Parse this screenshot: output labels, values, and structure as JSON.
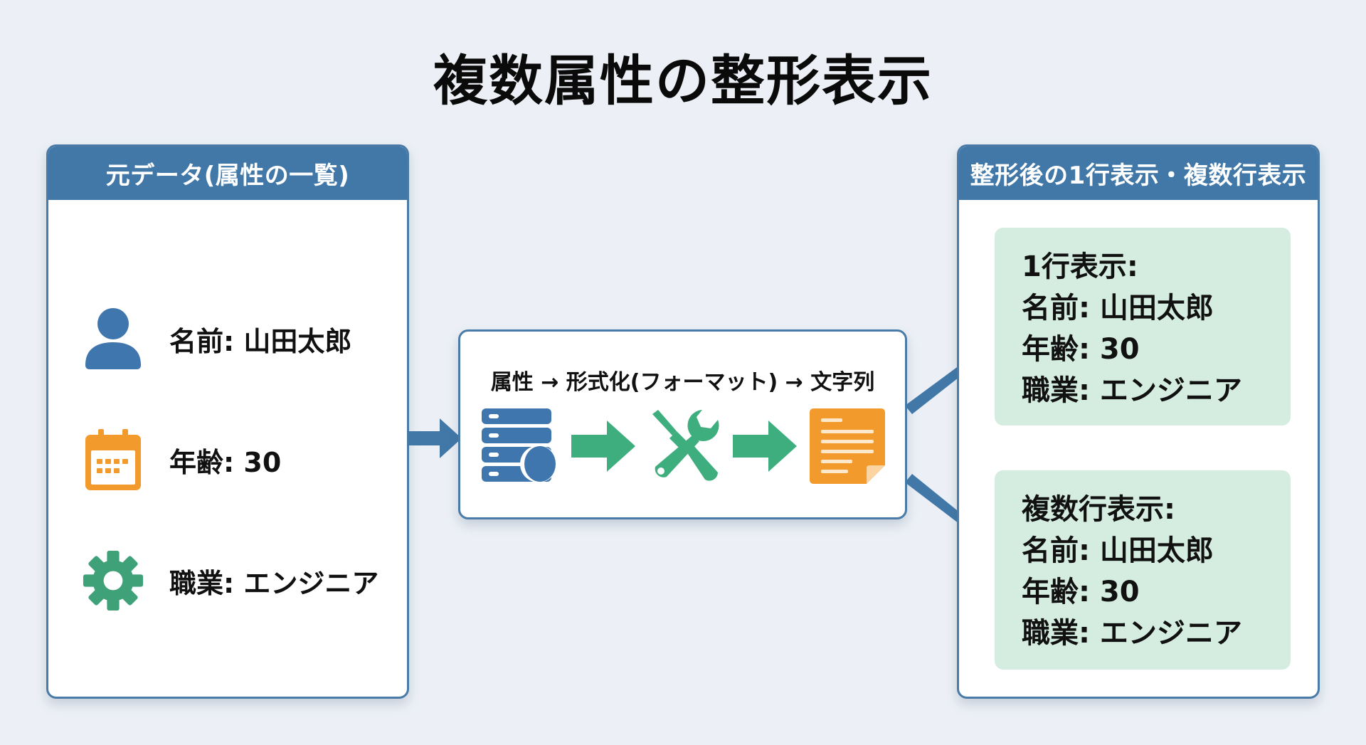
{
  "title": "複数属性の整形表示",
  "left_panel": {
    "header": "元データ(属性の一覧)",
    "items": [
      {
        "icon": "user-icon",
        "label": "名前: 山田太郎"
      },
      {
        "icon": "calendar-icon",
        "label": "年齢: 30"
      },
      {
        "icon": "gear-icon",
        "label": "職業: エンジニア"
      }
    ]
  },
  "center": {
    "caption": "属性 → 形式化(フォーマット) → 文字列",
    "steps": [
      {
        "icon": "database-icon",
        "meaning": "属性"
      },
      {
        "icon": "tools-icon",
        "meaning": "形式化"
      },
      {
        "icon": "document-icon",
        "meaning": "文字列"
      }
    ]
  },
  "right_panel": {
    "header": "整形後の1行表示・複数行表示",
    "boxes": [
      {
        "title": "1行表示:",
        "lines": [
          "名前: 山田太郎",
          "年齢: 30",
          "職業: エンジニア"
        ]
      },
      {
        "title": "複数行表示:",
        "lines": [
          "名前: 山田太郎",
          "年齢: 30",
          "職業: エンジニア"
        ]
      }
    ]
  },
  "colors": {
    "background": "#ecf0f6",
    "panel_header": "#4178a8",
    "panel_border": "#4a7aa6",
    "arrow_blue": "#4178a8",
    "arrow_green": "#3fae7e",
    "icon_orange": "#f39a2c",
    "icon_green": "#3fa178",
    "result_box": "#d5ede1"
  }
}
